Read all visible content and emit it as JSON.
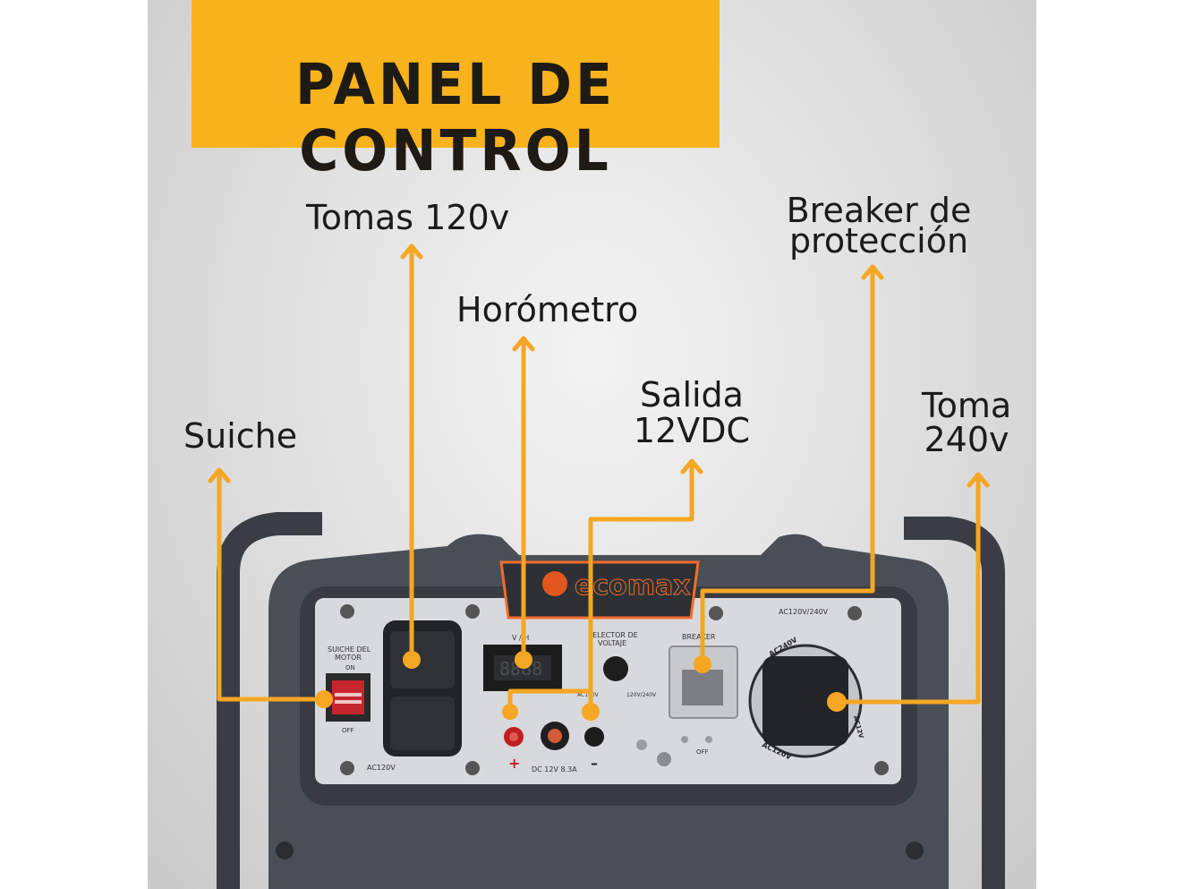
{
  "title": "PANEL DE CONTROL",
  "brand": {
    "logo_text": "ecomax"
  },
  "callouts": {
    "suiche": "Suiche",
    "tomas120": "Tomas 120v",
    "horometro": "Horómetro",
    "salida_line1": "Salida",
    "salida_line2": "12VDC",
    "breaker_line1": "Breaker de",
    "breaker_line2": "protección",
    "toma240_line1": "Toma",
    "toma240_line2": "240v"
  },
  "panel_labels": {
    "suiche_motor_1": "SUICHE DEL",
    "suiche_motor_2": "MOTOR",
    "on": "ON",
    "off": "OFF",
    "ac120v": "AC120V",
    "vh": "V / H",
    "selector_1": "SELECTOR DE",
    "selector_2": "VOLTAJE",
    "ac120v_small": "AC120V",
    "v120_240": "120V/240V",
    "dc": "DC 12V 8.3A",
    "breaker": "BREAKER",
    "breaker_off": "OFF",
    "ac120_240": "AC120V/240V",
    "ac240v": "AC240V",
    "ac120v_ring": "AC120V",
    "ac12v": "AC12V",
    "meter": "8888"
  },
  "colors": {
    "accent": "#f7b21c",
    "arrow": "#f5a623",
    "panel": "#4a4f57"
  }
}
